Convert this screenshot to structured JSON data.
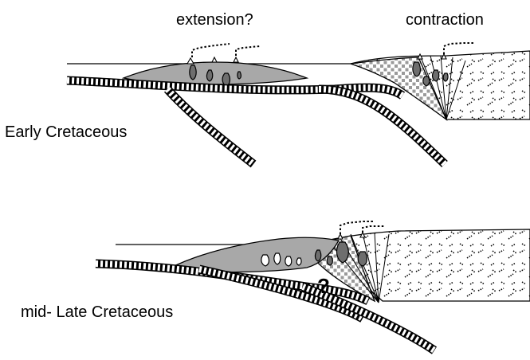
{
  "labels": {
    "extension": "extension?",
    "contraction": "contraction",
    "early": "Early Cretaceous",
    "late": "mid- Late Cretaceous",
    "question": "?"
  },
  "colors": {
    "basin_fill": "#a8a8a8",
    "pluton_fill": "#6e6e6e",
    "pluton_light": "#ffffff",
    "stroke": "#000000",
    "background": "#ffffff"
  }
}
